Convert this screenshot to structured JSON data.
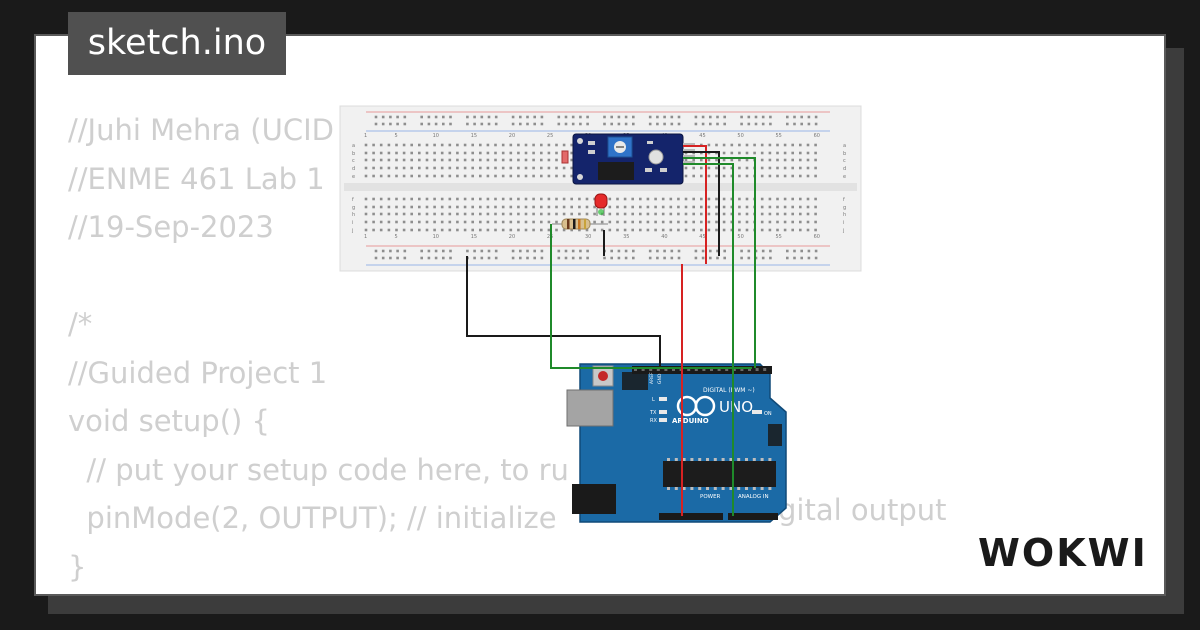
{
  "title": "sketch.ino",
  "code_lines": [
    "//Juhi Mehra (UCID",
    "//ENME 461 Lab 1",
    "//19-Sep-2023",
    "",
    "/*",
    "//Guided Project 1",
    "void setup() {",
    "  // put your setup code here, to ru",
    "  pinMode(2, OUTPUT); // initialize",
    "}"
  ],
  "code_tail_text": "gital output",
  "logo_text": "WOKWI",
  "arduino": {
    "brand": "ARDUINO",
    "model": "UNO",
    "on_label": "ON",
    "l_label": "L",
    "tx_label": "TX",
    "rx_label": "RX",
    "digital_label": "DIGITAL (PWM ~)",
    "power_label": "POWER",
    "analog_label": "ANALOG IN",
    "aref_label": "AREF",
    "gnd_label": "GND"
  },
  "breadcolumn_labels": [
    "1",
    "5",
    "10",
    "15",
    "20",
    "25",
    "30",
    "35",
    "40",
    "45",
    "50",
    "55",
    "60"
  ],
  "row_labels_top": [
    "a",
    "b",
    "c",
    "d",
    "e"
  ],
  "row_labels_bottom": [
    "f",
    "g",
    "h",
    "i",
    "j"
  ],
  "colors": {
    "wire_red": "#d62222",
    "wire_black": "#1a1a1a",
    "wire_green": "#1f8a2a",
    "board_blue": "#1b6aa6",
    "sensor_blue": "#14246b"
  }
}
